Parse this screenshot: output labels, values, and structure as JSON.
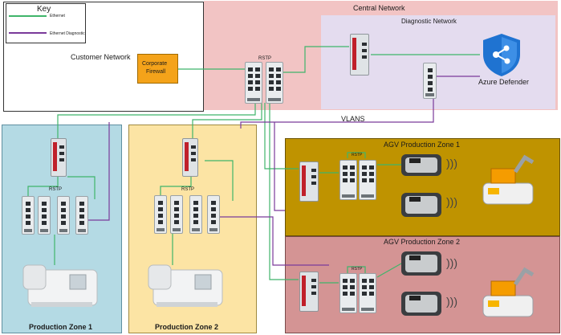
{
  "key": {
    "title": "Key",
    "items": [
      "Ethernet",
      "Ethernet Diagnostic"
    ],
    "colors": [
      "#3fb56a",
      "#7a3a9a"
    ]
  },
  "customer_network": {
    "label": "Customer Network"
  },
  "firewall": {
    "label_line1": "Corporate",
    "label_line2": "Firewall",
    "color": "#f4a31a"
  },
  "central_network": {
    "label": "Central Network",
    "color": "#f2c4c4"
  },
  "diagnostic_network": {
    "label": "Diagnostic Network",
    "color": "#e4dcef"
  },
  "central_switch": {
    "label": "RSTP"
  },
  "azure": {
    "label": "Azure Defender",
    "icon": "azure-defender-shield-icon"
  },
  "vlans": {
    "label": "VLANS"
  },
  "production_zone_1": {
    "label": "Production Zone 1",
    "color": "#b4dae4",
    "rstp": "RSTP"
  },
  "production_zone_2": {
    "label": "Production Zone 2",
    "color": "#fce4a4",
    "rstp": "RSTP"
  },
  "agv_zone_1": {
    "label": "AGV Production Zone 1",
    "color": "#bf9300",
    "rstp": "RSTP"
  },
  "agv_zone_2": {
    "label": "AGV Production Zone 2",
    "color": "#d49494",
    "rstp": "RSTP"
  }
}
